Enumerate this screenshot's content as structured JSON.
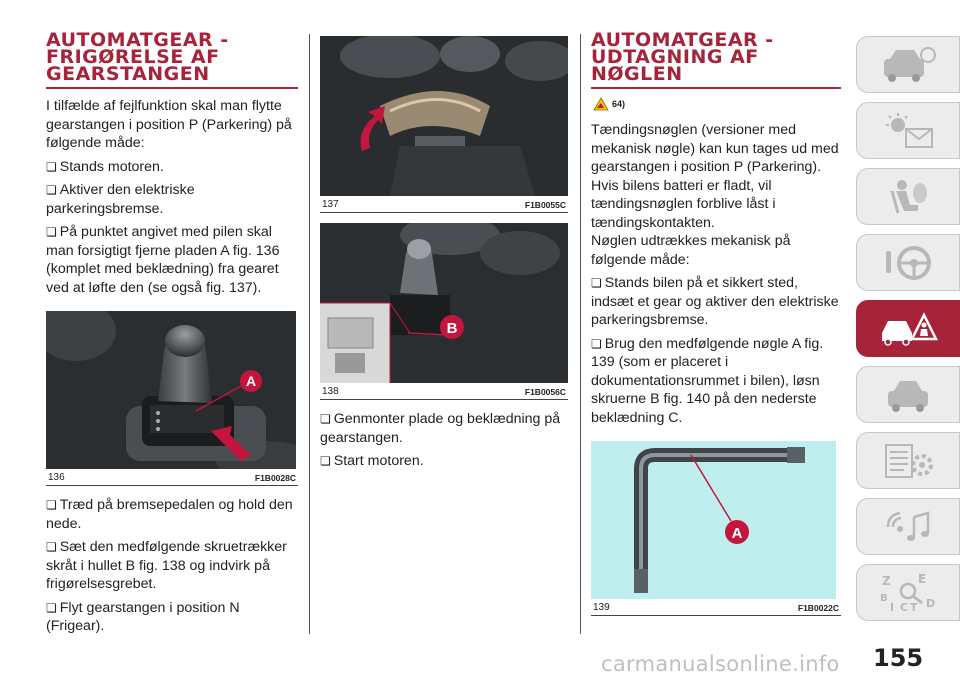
{
  "col1": {
    "heading": [
      "AUTOMATGEAR -",
      "FRIGØRELSE AF",
      "GEARSTANGEN"
    ],
    "intro": "I tilfælde af fejlfunktion skal man flytte gearstangen i position P (Parkering) på følgende måde:",
    "bullets_top": [
      "Stands motoren.",
      "Aktiver den elektriske parkeringsbremse.",
      "På punktet angivet med pilen skal man forsigtigt fjerne pladen A fig. 136 (komplet med beklædning) fra gearet ved at løfte den (se også fig. 137)."
    ],
    "fig": {
      "num": "136",
      "code": "F1B0028C",
      "callout": "A"
    },
    "bullets_bottom": [
      "Træd på bremsepedalen og hold den nede.",
      "Sæt den medfølgende skruetrækker skråt i hullet B fig. 138 og indvirk på frigørelsesgrebet.",
      "Flyt gearstangen i position N (Frigear)."
    ]
  },
  "col2": {
    "fig137": {
      "num": "137",
      "code": "F1B0055C"
    },
    "fig138": {
      "num": "138",
      "code": "F1B0056C",
      "callout": "B"
    },
    "bullets": [
      "Genmonter plade og beklædning på gearstangen.",
      "Start motoren."
    ]
  },
  "col3": {
    "heading": [
      "AUTOMATGEAR -",
      "UDTAGNING AF",
      "NØGLEN"
    ],
    "warning_ref": "64)",
    "para": "Tændingsnøglen (versioner med mekanisk nøgle) kan kun tages ud med gearstangen i position P (Parkering). Hvis bilens batteri er fladt, vil tændingsnøglen forblive låst i tændingskontakten.",
    "para2": "Nøglen udtrækkes mekanisk på følgende måde:",
    "bullets": [
      "Stands bilen på et sikkert sted, indsæt et gear og aktiver den elektriske parkeringsbremse.",
      "Brug den medfølgende nøgle A fig. 139 (som er placeret i dokumentationsrummet i bilen), løsn skruerne B fig. 140 på den nederste beklædning C."
    ],
    "fig": {
      "num": "139",
      "code": "F1B0022C",
      "callout": "A"
    }
  },
  "page_number": "155",
  "watermark": "carmanualsonline.info",
  "colors": {
    "accent": "#a7233a",
    "callout": "#c4163c",
    "fig_bg": "#bfeeee",
    "tab_bg": "#ececec"
  },
  "tabs": [
    {
      "icon": "car-dashboard-icon",
      "active": false
    },
    {
      "icon": "lights-envelope-icon",
      "active": false
    },
    {
      "icon": "airbag-seat-icon",
      "active": false
    },
    {
      "icon": "steering-wheel-icon",
      "active": false
    },
    {
      "icon": "breakdown-warning-icon",
      "active": true
    },
    {
      "icon": "car-service-icon",
      "active": false
    },
    {
      "icon": "specifications-gear-icon",
      "active": false
    },
    {
      "icon": "multimedia-music-icon",
      "active": false
    },
    {
      "icon": "alphabetical-index-icon",
      "active": false
    }
  ]
}
